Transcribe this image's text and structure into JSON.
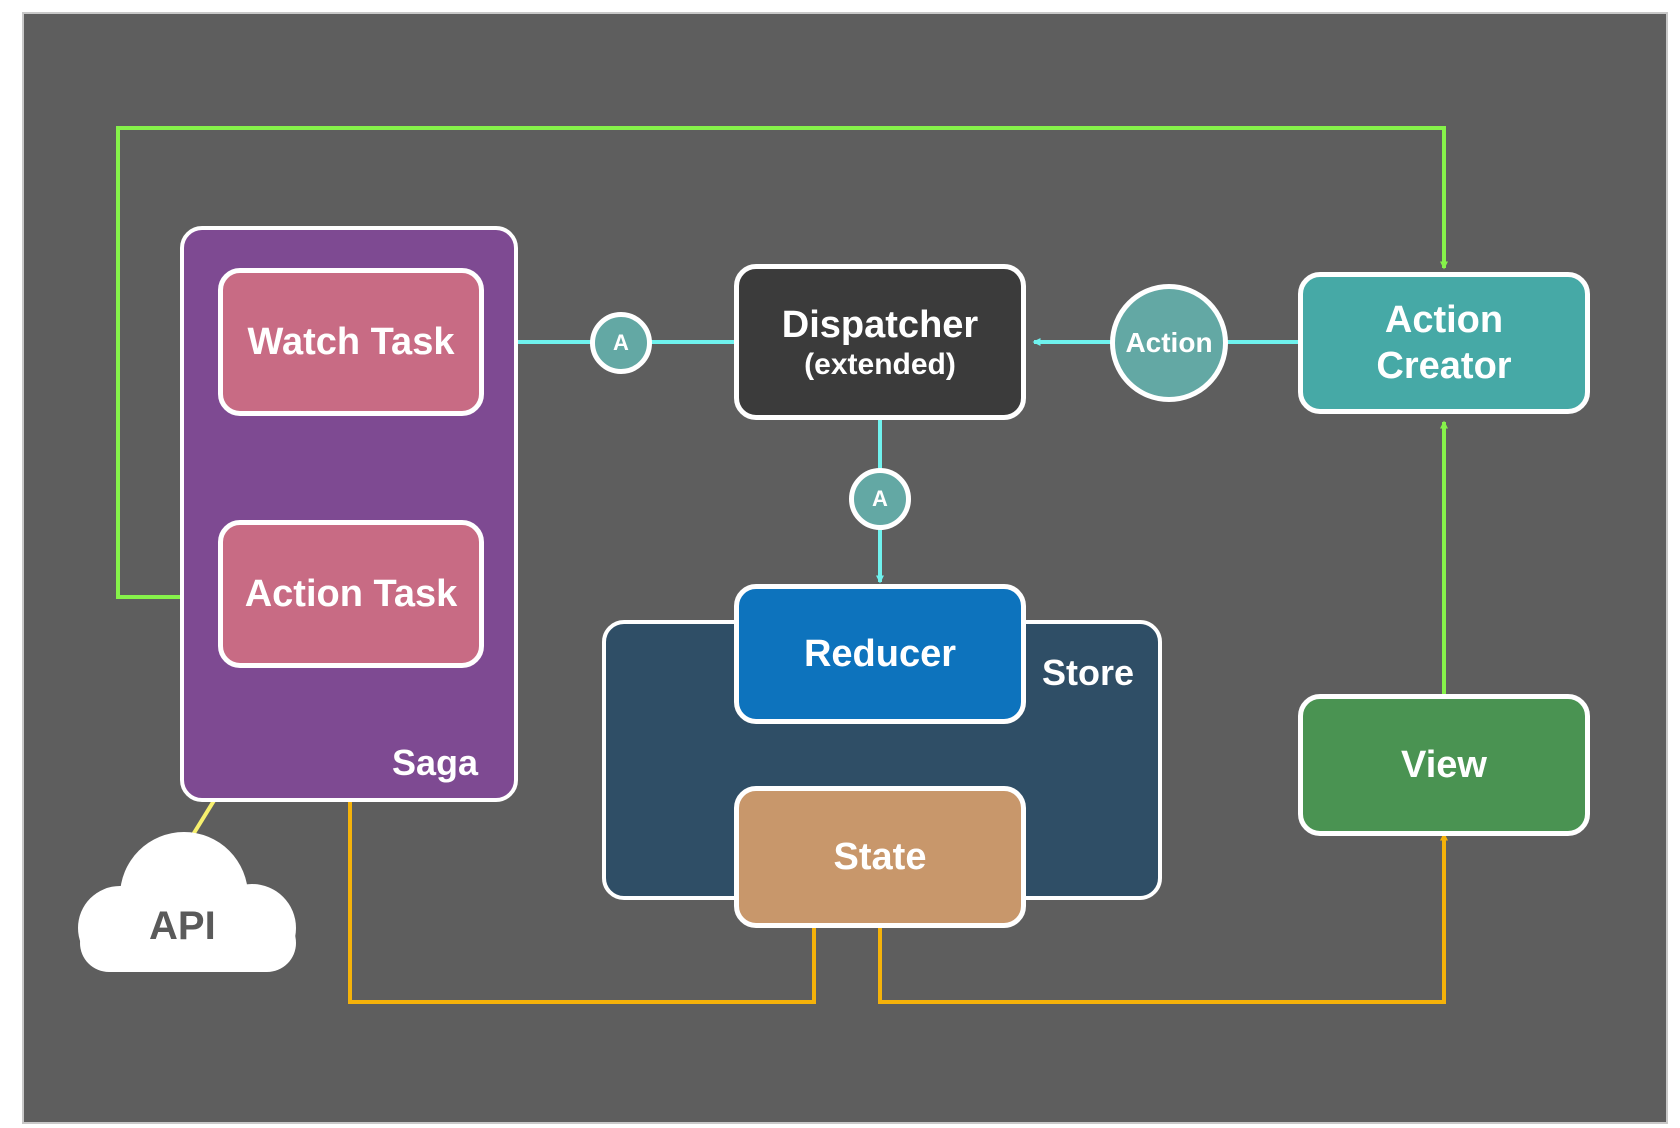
{
  "colors": {
    "background": "#5e5e5e",
    "saga": "#7e4a92",
    "task": "#c86b84",
    "dispatcher": "#3b3b3b",
    "action_creator": "#46a9a6",
    "reducer": "#0d73bd",
    "state": "#c8976b",
    "store": "#2f4e66",
    "view": "#4a9352",
    "action_bubble": "#63a8a4",
    "cyan_arrow": "#6ff2ee",
    "green_arrow": "#86f24a",
    "orange_arrow": "#f5b20a",
    "yellow_arrow": "#f7f06e"
  },
  "containers": {
    "saga": "Saga",
    "store": "Store"
  },
  "nodes": {
    "watch_task": "Watch Task",
    "action_task": "Action Task",
    "dispatcher_title": "Dispatcher",
    "dispatcher_subtitle": "(extended)",
    "action_creator_line1": "Action",
    "action_creator_line2": "Creator",
    "reducer": "Reducer",
    "state": "State",
    "view": "View",
    "api": "API"
  },
  "bubbles": {
    "action": "Action",
    "a_left": "A",
    "a_down": "A"
  },
  "icons": {
    "api": "cloud-icon"
  }
}
